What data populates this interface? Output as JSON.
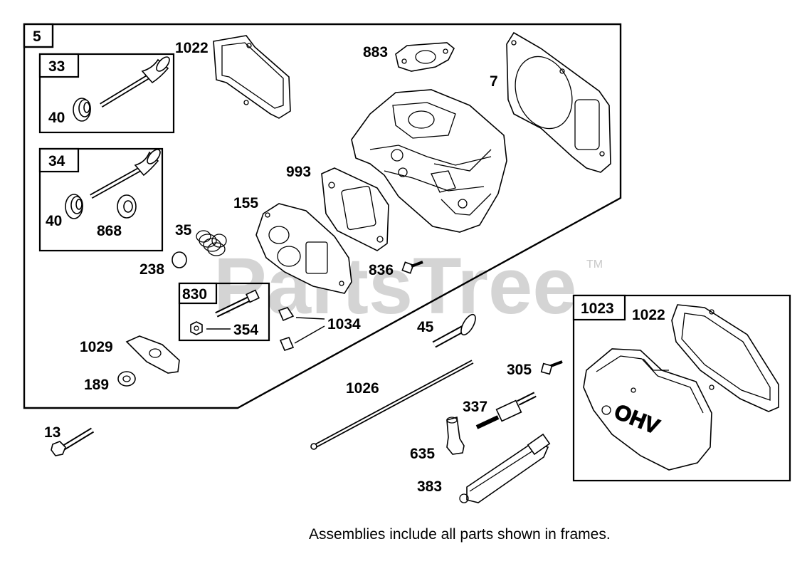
{
  "watermark": {
    "text": "PartsTree",
    "trademark": "TM"
  },
  "note": "Assemblies include all parts shown in frames.",
  "frames": [
    {
      "id": "5"
    },
    {
      "id": "33"
    },
    {
      "id": "34"
    },
    {
      "id": "830"
    },
    {
      "id": "1023"
    }
  ],
  "callouts": {
    "c1022a": "1022",
    "c883": "883",
    "c7": "7",
    "c40a": "40",
    "c993": "993",
    "c155": "155",
    "c40b": "40",
    "c868": "868",
    "c35": "35",
    "c238": "238",
    "c836": "836",
    "c354": "354",
    "c1034": "1034",
    "c45": "45",
    "c1029": "1029",
    "c189": "189",
    "c305": "305",
    "c1026": "1026",
    "c337": "337",
    "c13": "13",
    "c635": "635",
    "c383": "383",
    "c1022b": "1022",
    "ohv": "OHV"
  }
}
